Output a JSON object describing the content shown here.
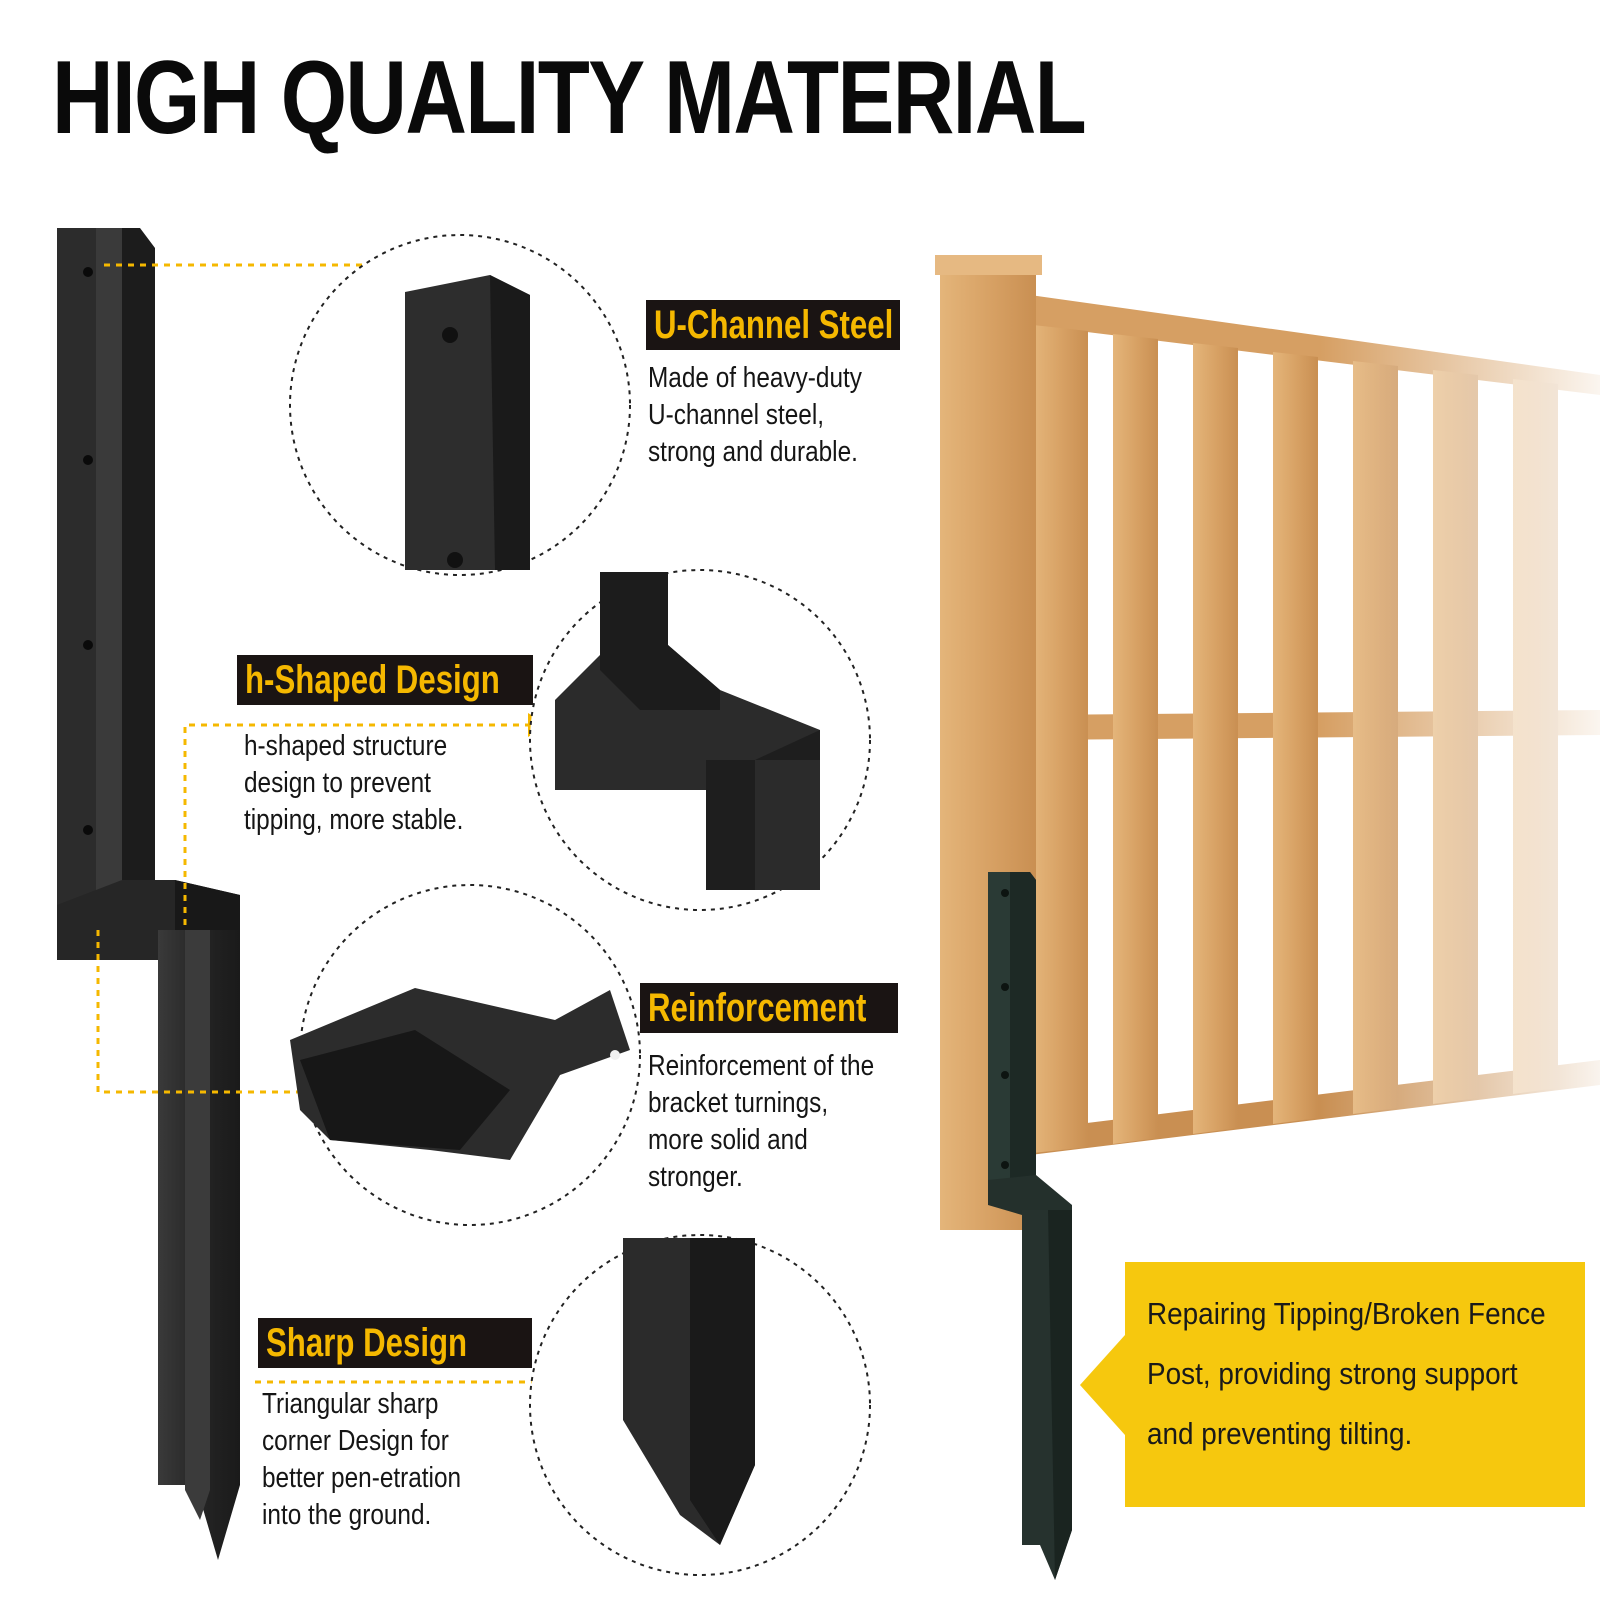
{
  "title": "HIGH QUALITY MATERIAL",
  "features": [
    {
      "title": "U-Channel Steel",
      "description": "Made of heavy-duty U-channel steel, strong and durable."
    },
    {
      "title": "h-Shaped Design",
      "description": "h-shaped structure design to prevent tipping, more stable."
    },
    {
      "title": "Reinforcement",
      "description": "Reinforcement of the bracket turnings, more solid and stronger."
    },
    {
      "title": "Sharp Design",
      "description": "Triangular sharp corner Design for better pen-etration into the ground."
    }
  ],
  "callout": {
    "text": "Repairing Tipping/Broken Fence Post, providing strong support and preventing tilting."
  },
  "colors": {
    "accent": "#f6c80e",
    "title_bg": "#1a1413",
    "title_text": "#f5b800",
    "steel": "#2b2b2b",
    "wood": "#d9a86a"
  }
}
